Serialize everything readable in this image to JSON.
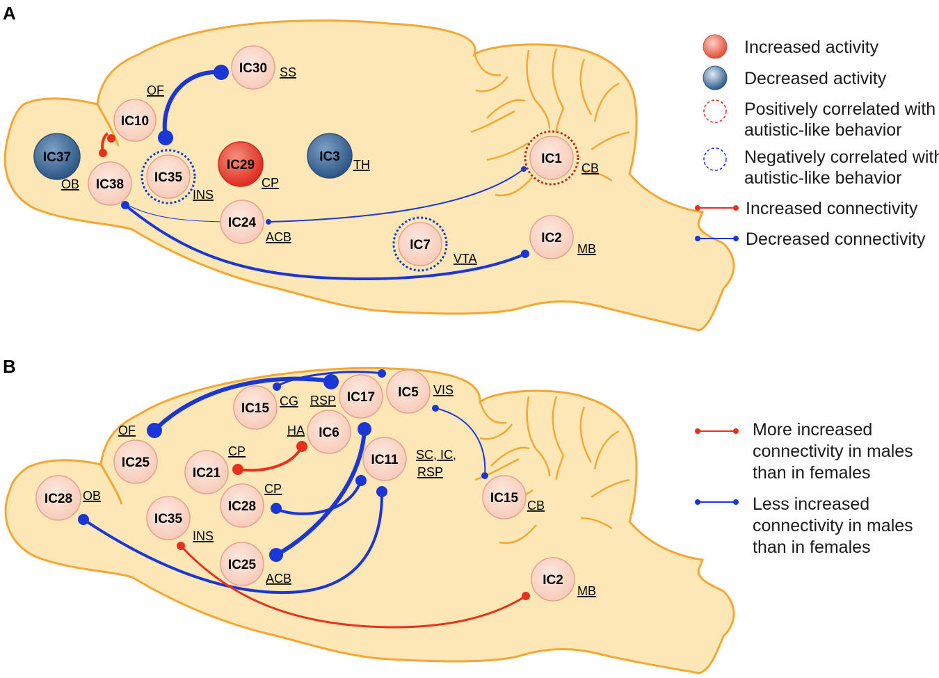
{
  "panels": {
    "a": "A",
    "b": "B"
  },
  "colors": {
    "brain_fill": "#fde7b6",
    "brain_stroke": "#f4a733",
    "node_fill": "#fbd9cc",
    "node_stroke": "#e8a08e",
    "increase": "#e8301c",
    "decrease": "#1a36d6",
    "decreased_activity_fill": "#3d6696",
    "increased_activity_fill": "#e2473a"
  },
  "panel_a": {
    "nodes": {
      "ic37": "IC37",
      "ic38": "IC38",
      "ic10": "IC10",
      "ic35": "IC35",
      "ic30": "IC30",
      "ic29": "IC29",
      "ic3": "IC3",
      "ic24": "IC24",
      "ic7": "IC7",
      "ic1": "IC1",
      "ic2": "IC2"
    },
    "regions": {
      "ob": "OB",
      "of": "OF",
      "ins": "INS",
      "ss": "SS",
      "cp": "CP",
      "th": "TH",
      "acb": "ACB",
      "vta": "VTA",
      "cb": "CB",
      "mb": "MB"
    },
    "legend": {
      "increased_activity": "Increased activity",
      "decreased_activity": "Decreased activity",
      "positive_1": "Positively correlated with",
      "positive_2": "autistic-like behavior",
      "negative_1": "Negatively correlated with",
      "negative_2": "autistic-like behavior",
      "increased_connectivity": "Increased connectivity",
      "decreased_connectivity": "Decreased connectivity"
    }
  },
  "panel_b": {
    "nodes": {
      "ic15a": "IC15",
      "ic17": "IC17",
      "ic5": "IC5",
      "ic6": "IC6",
      "ic25a": "IC25",
      "ic21": "IC21",
      "ic11": "IC11",
      "ic28a": "IC28",
      "ic28b": "IC28",
      "ic35": "IC35",
      "ic25b": "IC25",
      "ic15b": "IC15",
      "ic2": "IC2"
    },
    "regions": {
      "cg": "CG",
      "rsp": "RSP",
      "vis": "VIS",
      "of": "OF",
      "ha": "HA",
      "cp1": "CP",
      "sc1": "SC, IC,",
      "sc2": "RSP",
      "ob": "OB",
      "cp2": "CP",
      "ins": "INS",
      "acb": "ACB",
      "cb": "CB",
      "mb": "MB"
    },
    "legend": {
      "more_1": "More increased",
      "more_2": "connectivity in males",
      "more_3": "than in females",
      "less_1": "Less increased",
      "less_2": "connectivity in males",
      "less_3": "than in females"
    }
  }
}
